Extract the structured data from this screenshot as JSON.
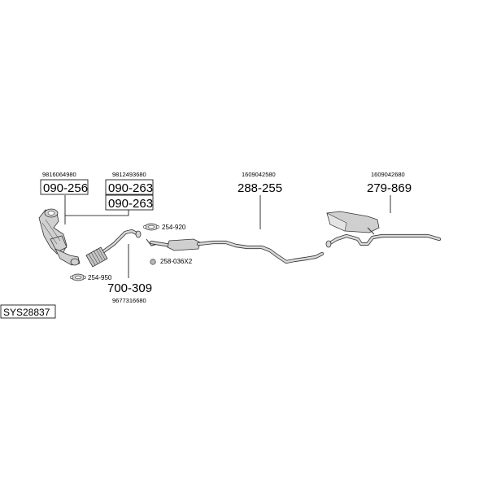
{
  "parts": {
    "cat_oem": "9816064980",
    "cat_part": "090-256",
    "front_oem": "9812493680",
    "front_part_a": "090-263",
    "front_part_b": "090-263",
    "gasket_upper": "254-920",
    "gasket_lower": "254-950",
    "nut": "258-036X2",
    "flex_part": "700-309",
    "flex_oem": "9677316680",
    "mid_oem": "1609042580",
    "mid_part": "288-255",
    "rear_oem": "1609042680",
    "rear_part": "279-869"
  },
  "system_id": "SYS28837"
}
